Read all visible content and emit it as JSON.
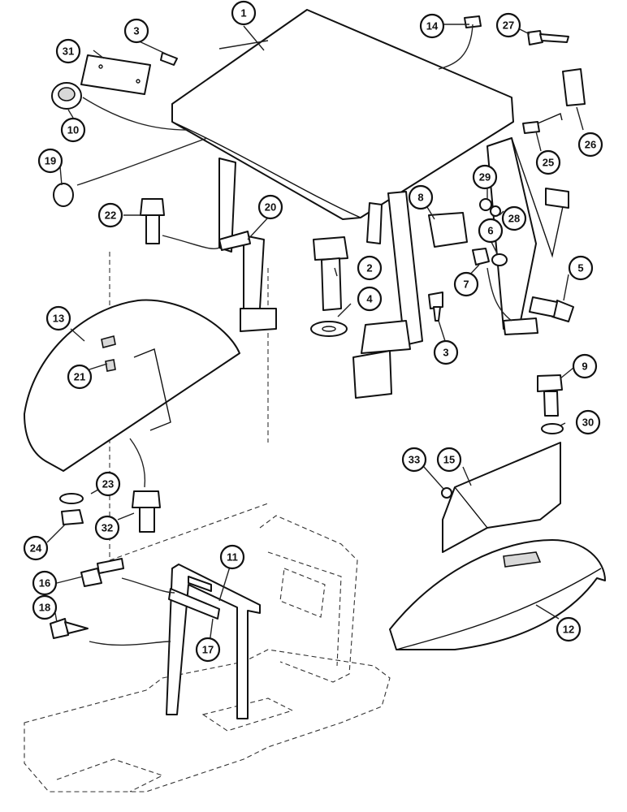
{
  "callouts": [
    {
      "id": "c1",
      "label": "1"
    },
    {
      "id": "c2",
      "label": "2"
    },
    {
      "id": "c3a",
      "label": "3"
    },
    {
      "id": "c3b",
      "label": "3"
    },
    {
      "id": "c4",
      "label": "4"
    },
    {
      "id": "c5",
      "label": "5"
    },
    {
      "id": "c6",
      "label": "6"
    },
    {
      "id": "c7",
      "label": "7"
    },
    {
      "id": "c8",
      "label": "8"
    },
    {
      "id": "c9",
      "label": "9"
    },
    {
      "id": "c10",
      "label": "10"
    },
    {
      "id": "c11",
      "label": "11"
    },
    {
      "id": "c12",
      "label": "12"
    },
    {
      "id": "c13",
      "label": "13"
    },
    {
      "id": "c14",
      "label": "14"
    },
    {
      "id": "c15",
      "label": "15"
    },
    {
      "id": "c16",
      "label": "16"
    },
    {
      "id": "c17",
      "label": "17"
    },
    {
      "id": "c18",
      "label": "18"
    },
    {
      "id": "c19",
      "label": "19"
    },
    {
      "id": "c20",
      "label": "20"
    },
    {
      "id": "c21",
      "label": "21"
    },
    {
      "id": "c22",
      "label": "22"
    },
    {
      "id": "c23",
      "label": "23"
    },
    {
      "id": "c24",
      "label": "24"
    },
    {
      "id": "c25",
      "label": "25"
    },
    {
      "id": "c26",
      "label": "26"
    },
    {
      "id": "c27",
      "label": "27"
    },
    {
      "id": "c28",
      "label": "28"
    },
    {
      "id": "c29",
      "label": "29"
    },
    {
      "id": "c30",
      "label": "30"
    },
    {
      "id": "c31",
      "label": "31"
    },
    {
      "id": "c32",
      "label": "32"
    },
    {
      "id": "c33",
      "label": "33"
    }
  ]
}
